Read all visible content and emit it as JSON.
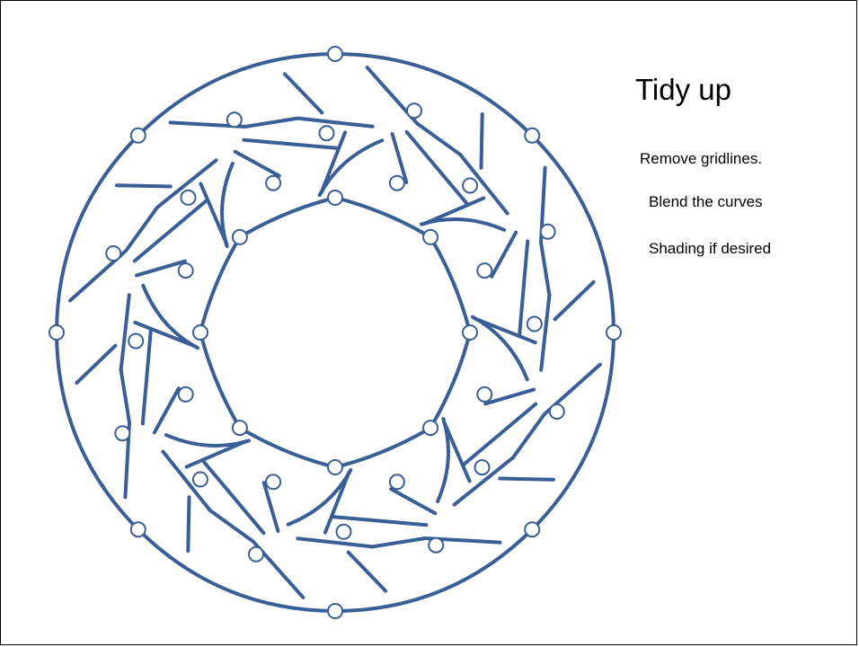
{
  "slide": {
    "title": "Tidy up",
    "steps": [
      "Remove gridlines.",
      "Blend the curves",
      "Shading if desired"
    ]
  },
  "diagram": {
    "line_color": "#3a5f96",
    "node_fill": "#ffffff"
  }
}
